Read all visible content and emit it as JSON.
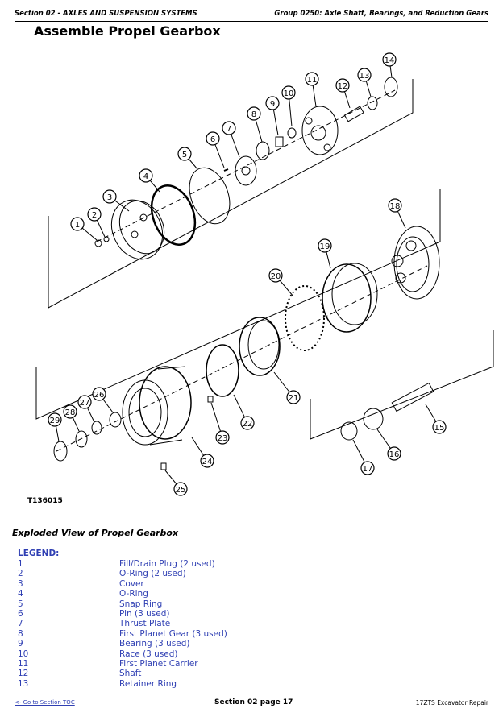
{
  "header": {
    "section": "Section 02 - AXLES AND SUSPENSION SYSTEMS",
    "group": "Group 0250: Axle Shaft, Bearings, and Reduction Gears"
  },
  "title": "Assemble Propel Gearbox",
  "figure": {
    "id": "T136015",
    "callouts": [
      "1",
      "2",
      "3",
      "4",
      "5",
      "6",
      "7",
      "8",
      "9",
      "10",
      "11",
      "12",
      "13",
      "14",
      "15",
      "16",
      "17",
      "18",
      "19",
      "20",
      "21",
      "22",
      "23",
      "24",
      "25",
      "26",
      "27",
      "28",
      "29"
    ]
  },
  "caption": "Exploded View of Propel Gearbox",
  "legend": {
    "heading": "LEGEND:",
    "items": [
      {
        "num": "1",
        "desc": "Fill/Drain Plug (2 used)"
      },
      {
        "num": "2",
        "desc": "O-Ring (2 used)"
      },
      {
        "num": "3",
        "desc": "Cover"
      },
      {
        "num": "4",
        "desc": "O-Ring"
      },
      {
        "num": "5",
        "desc": "Snap Ring"
      },
      {
        "num": "6",
        "desc": "Pin (3 used)"
      },
      {
        "num": "7",
        "desc": "Thrust Plate"
      },
      {
        "num": "8",
        "desc": "First Planet Gear (3 used)"
      },
      {
        "num": "9",
        "desc": "Bearing (3 used)"
      },
      {
        "num": "10",
        "desc": "Race (3 used)"
      },
      {
        "num": "11",
        "desc": "First Planet Carrier"
      },
      {
        "num": "12",
        "desc": "Shaft"
      },
      {
        "num": "13",
        "desc": "Retainer Ring"
      }
    ]
  },
  "footer": {
    "toc_link": "<- Go to Section TOC",
    "page": "Section 02 page 17",
    "product": "17ZTS Excavator Repair"
  }
}
